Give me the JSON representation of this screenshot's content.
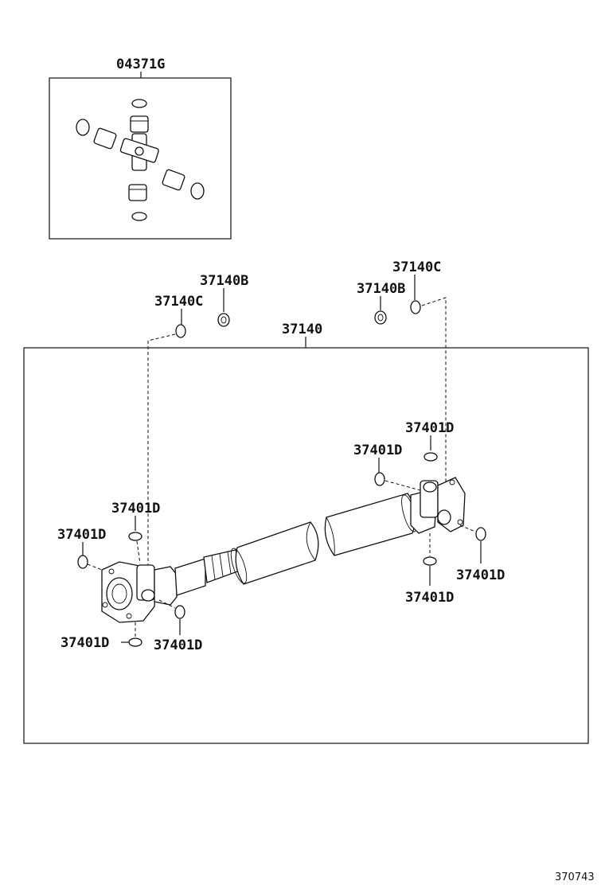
{
  "labels": {
    "kit": "04371G",
    "c_left": "37140C",
    "b_left": "37140B",
    "main": "37140",
    "b_right": "37140B",
    "c_right": "37140C",
    "d_r_top": "37401D",
    "d_r_mid": "37401D",
    "d_r_right": "37401D",
    "d_r_bottom": "37401D",
    "d_l_top": "37401D",
    "d_l_left": "37401D",
    "d_l_bottom": "37401D",
    "d_l_bottom2": "37401D"
  },
  "figure_number": "370743"
}
